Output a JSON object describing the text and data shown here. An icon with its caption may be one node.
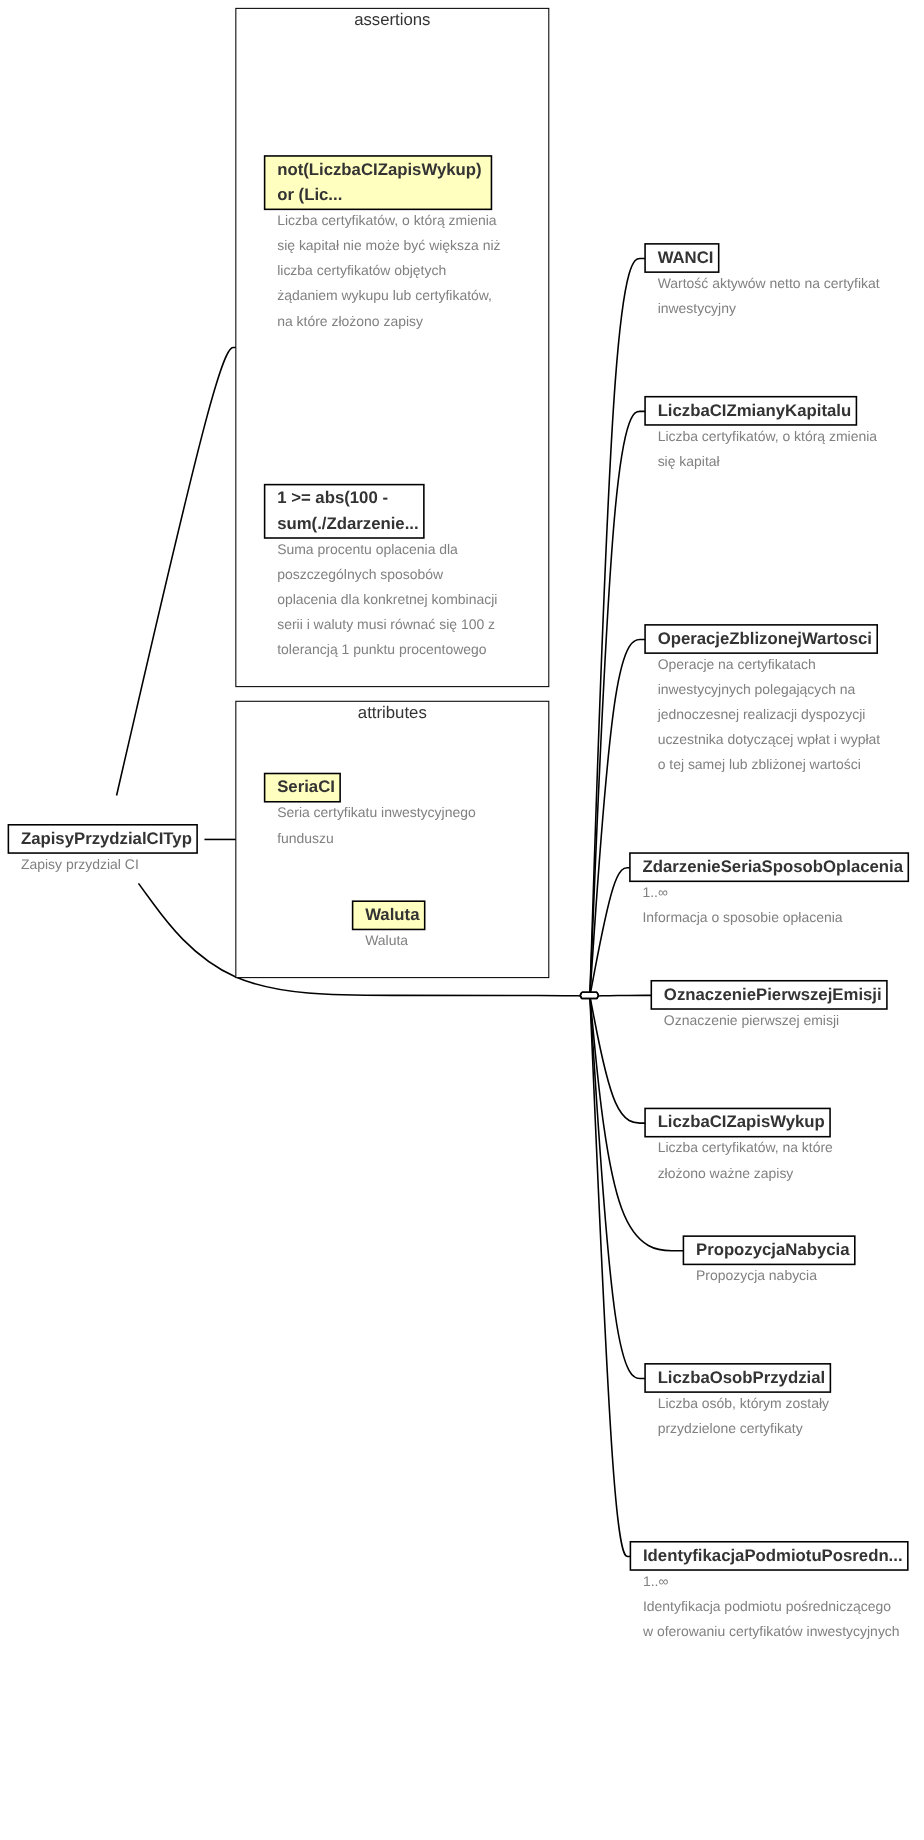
{
  "diagram": {
    "nodes": [
      {
        "text": [
          "ZapisyPrzydzialCITyp"
        ],
        "beside": [
          "Zapisy przydzial CI"
        ]
      },
      {
        "text": [
          "attributes"
        ]
      },
      {
        "text": [
          "SeriaCI"
        ],
        "in": 1,
        "beside": [
          "Seria certyfikatu inwestycyjnego funduszu"
        ]
      },
      {
        "text": [
          "Waluta"
        ],
        "in": 1,
        "beside": [
          "Waluta"
        ]
      },
      {
        "text": [],
        "shape": "octagon"
      },
      {
        "text": [
          "WANCI"
        ],
        "beside": [
          "Wartość aktywów netto na certyfikat inwestycyjny"
        ]
      },
      {
        "text": [
          "LiczbaCIZmianyKapitalu"
        ],
        "beside": [
          "Liczba certyfikatów, o którą zmienia się kapitał"
        ]
      },
      {
        "text": [
          "OperacjeZblizonejWartosci"
        ],
        "beside": [
          "Operacje na certyfikatach inwestycyjnych polegających na jednoczesnej realizacji dyspozycji uczestnika dotyczącej wpłat i wypłat o tej samej lub zbliżonej wartości"
        ]
      },
      {
        "text": [
          "ZdarzenieSeriaSposobOplacenia"
        ],
        "beside": [
          "1..∞",
          "Informacja o sposobie opłacenia"
        ]
      },
      {
        "text": [
          "OznaczeniePierwszejEmisji"
        ],
        "beside": [
          "Oznaczenie pierwszej emisji"
        ]
      },
      {
        "text": [
          "LiczbaCIZapisWykup"
        ],
        "beside": [
          "Liczba certyfikatów, na które złożono ważne zapisy"
        ]
      },
      {
        "text": [
          "PropozycjaNabycia"
        ],
        "beside": [
          "Propozycja nabycia"
        ]
      },
      {
        "text": [
          "LiczbaOsobPrzydzial"
        ],
        "beside": [
          "Liczba osób, którym zostały przydzielone certyfikaty"
        ]
      },
      {
        "text": [
          "IdentyfikacjaPodmiotuPosredn..."
        ],
        "beside": [
          "1..∞",
          "Identyfikacja podmiotu pośredniczącego w oferowaniu certyfikatów inwestycyjnych"
        ]
      },
      {
        "text": [
          "assertions"
        ]
      },
      {
        "text": [
          "not(LiczbaCIZapisWykup) or (Lic..."
        ],
        "in": 14,
        "beside": [
          "Liczba certyfikatów, o którą zmienia się kapitał nie może być większa niż liczba certyfikatów objętych żądaniem wykupu lub certyfikatów, na które złożono zapisy"
        ]
      },
      {
        "text": [
          "1 >= abs(100 - sum(./Zdarzenie..."
        ],
        "in": 14,
        "beside": [
          "Suma procentu oplacenia dla poszczególnych sposobów oplacenia dla konkretnej kombinacji serii i waluty musi równać się 100 z tolerancją 1 punktu procentowego"
        ]
      }
    ],
    "edges": [
      {
        "from": 0,
        "to": 1,
        "arrow": "none"
      },
      {
        "from": 0,
        "to": 4,
        "arrow": "none"
      },
      {
        "from": 0,
        "to": 14,
        "arrow": "none"
      },
      {
        "from": 4,
        "to": 5,
        "arrow": "none"
      },
      {
        "from": 4,
        "to": 6,
        "arrow": "none"
      },
      {
        "from": 4,
        "to": 7,
        "arrow": "none"
      },
      {
        "from": 4,
        "to": 8,
        "arrow": "none"
      },
      {
        "from": 4,
        "to": 9,
        "arrow": "none"
      },
      {
        "from": 4,
        "to": 10,
        "arrow": "none"
      },
      {
        "from": 4,
        "to": 11,
        "arrow": "none"
      },
      {
        "from": 4,
        "to": 12,
        "arrow": "none"
      },
      {
        "from": 4,
        "to": 13,
        "arrow": "none"
      }
    ]
  }
}
